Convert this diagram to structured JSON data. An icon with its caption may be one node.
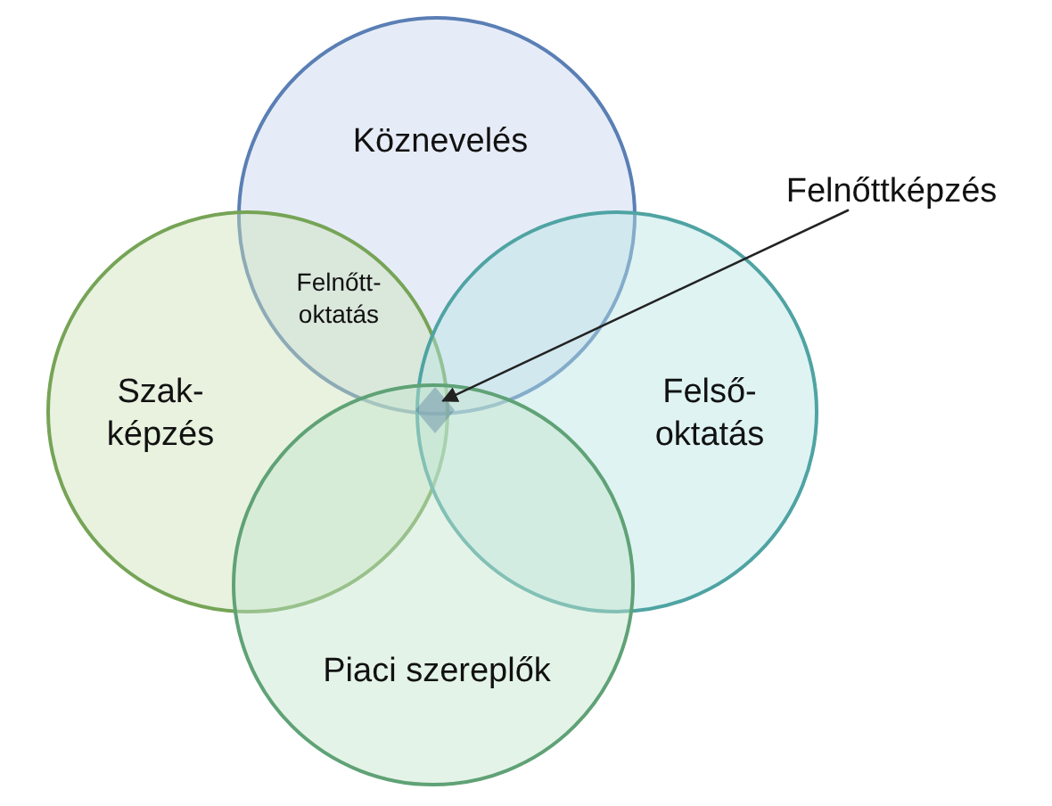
{
  "diagram": {
    "nodes": [
      {
        "text": [
          "Köznevelés"
        ]
      },
      {
        "text": [
          "Szak- képzés"
        ]
      },
      {
        "text": [
          "Felső- oktatás"
        ]
      },
      {
        "text": [
          "Piaci szereplők"
        ]
      },
      {
        "text": [
          "Felnőttképzés"
        ]
      },
      {
        "text": [],
        "shape": "diamond"
      }
    ],
    "edges": [
      {
        "from": 4,
        "to": 5,
        "arrow": "to"
      }
    ],
    "labels": [
      "Felnőtt- oktatás"
    ]
  }
}
